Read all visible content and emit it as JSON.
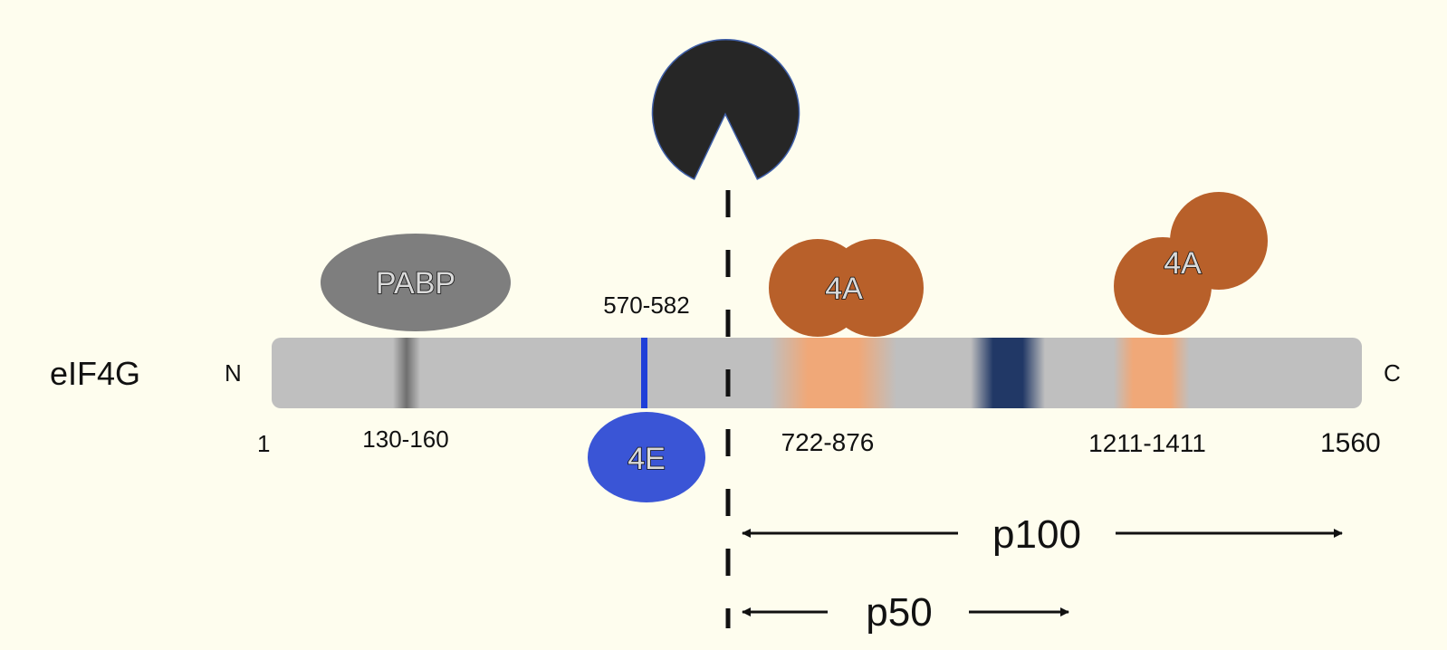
{
  "protein": {
    "name": "eIF4G",
    "n_terminus": "N",
    "c_terminus": "C",
    "start_residue": "1",
    "end_residue": "1560"
  },
  "regions": [
    {
      "id": "pabp_site",
      "label": "130-160",
      "color": "#6f6f6f"
    },
    {
      "id": "eif4e_site",
      "label": "570-582",
      "color": "#1f3fd8"
    },
    {
      "id": "eif4a_site_1",
      "label": "722-876",
      "color": "#f0a878"
    },
    {
      "id": "dark_band",
      "label": "",
      "color": "#213866"
    },
    {
      "id": "eif4a_site_2",
      "label": "1211-1411",
      "color": "#f0a878"
    }
  ],
  "binders": {
    "pabp": {
      "label": "PABP",
      "color": "#7e7e7e"
    },
    "eif4e": {
      "label": "4E",
      "color": "#3a55d6"
    },
    "eif4a_1": {
      "label": "4A",
      "color": "#b8602a"
    },
    "eif4a_2": {
      "label": "4A",
      "color": "#b8602a"
    },
    "protease": {
      "label": "",
      "color": "#262626"
    }
  },
  "fragments": {
    "p100": {
      "label": "p100"
    },
    "p50": {
      "label": "p50"
    }
  },
  "colors": {
    "background": "#fefdee",
    "bar": "#bfbfbf"
  }
}
